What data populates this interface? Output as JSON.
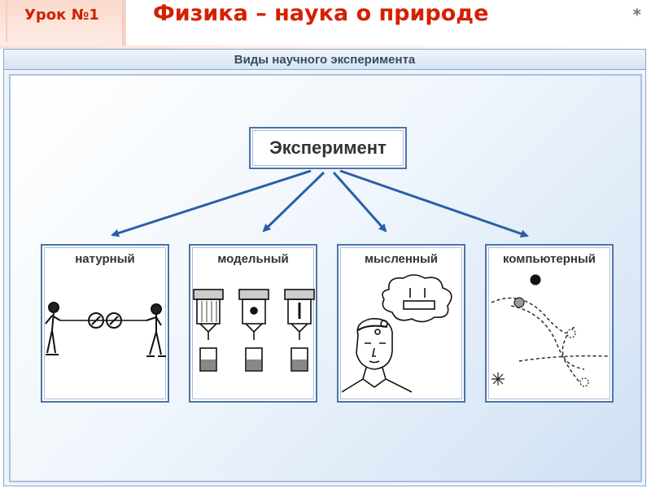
{
  "header": {
    "lesson_label": "Урок №1",
    "title": "Физика – наука о природе",
    "asterisk": "*"
  },
  "panel": {
    "heading": "Виды научного эксперимента"
  },
  "diagram": {
    "root": "Эксперимент",
    "types": [
      {
        "label": "натурный",
        "picture": "two-skaters-string-telephone"
      },
      {
        "label": "модельный",
        "picture": "model-apparatus-with-beakers"
      },
      {
        "label": "мысленный",
        "picture": "thinking-man-with-thought-bubble"
      },
      {
        "label": "компьютерный",
        "picture": "simulated-trajectories"
      }
    ],
    "colors": {
      "accent": "#d52000",
      "frame": "#4d73a8",
      "arrow": "#2b5fa6"
    }
  }
}
